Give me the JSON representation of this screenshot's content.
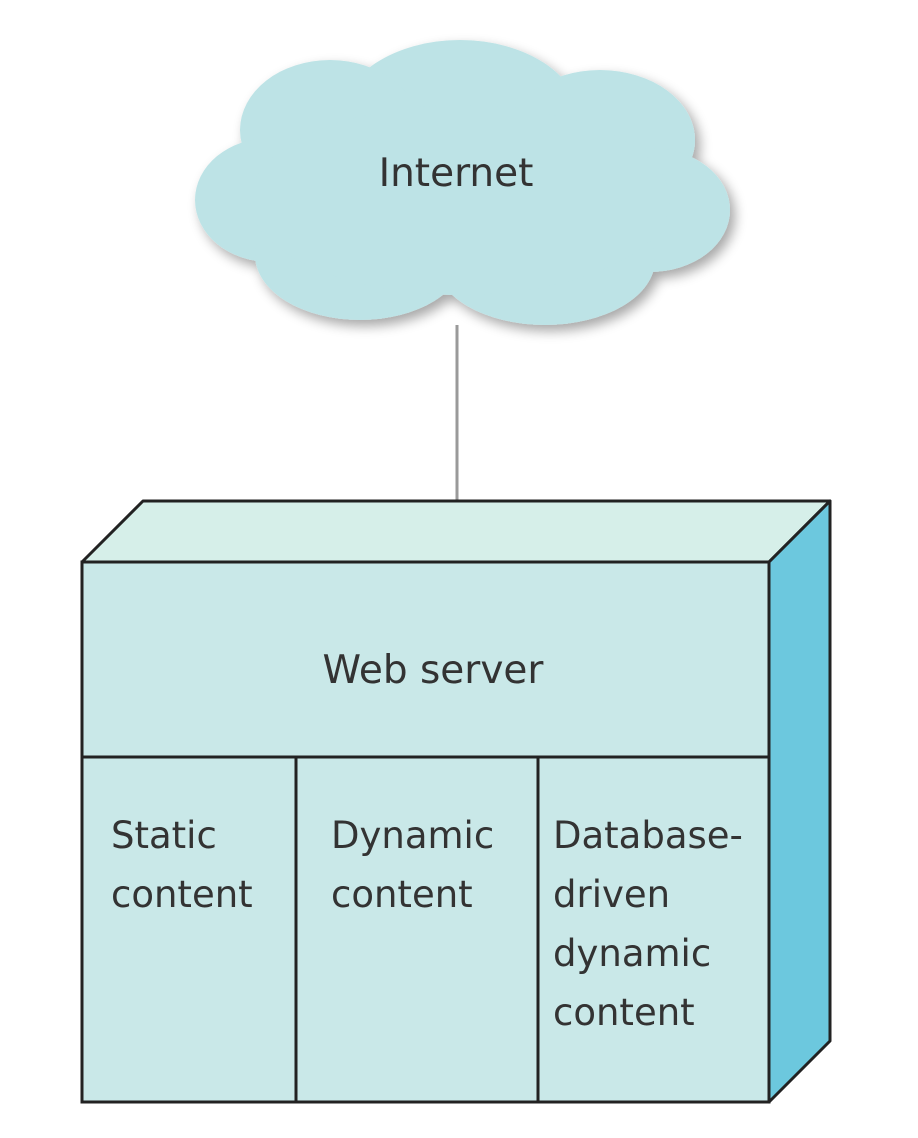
{
  "diagram": {
    "cloud_label": "Internet",
    "server_label": "Web server",
    "columns": [
      {
        "lines": [
          "Static",
          "content"
        ]
      },
      {
        "lines": [
          "Dynamic",
          "content"
        ]
      },
      {
        "lines": [
          "Database-",
          "driven",
          "dynamic",
          "content"
        ]
      }
    ],
    "colors": {
      "cloud_fill": "#bde3e6",
      "box_front": "#c9e8e8",
      "box_top": "#d6efe9",
      "box_side": "#6cc8de",
      "arrow": "#9a9a9a",
      "stroke": "#222222",
      "text": "#333333"
    }
  }
}
